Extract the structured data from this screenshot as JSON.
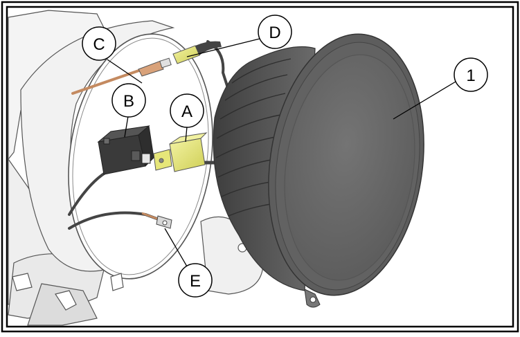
{
  "callouts": [
    {
      "id": "callout-c",
      "label": "C"
    },
    {
      "id": "callout-d",
      "label": "D"
    },
    {
      "id": "callout-b",
      "label": "B"
    },
    {
      "id": "callout-a",
      "label": "A"
    },
    {
      "id": "callout-1",
      "label": "1"
    },
    {
      "id": "callout-e",
      "label": "E"
    }
  ],
  "colors": {
    "frame": "#000000",
    "lamp_dark": "#5d5d5d",
    "lamp_face": "#686868",
    "connector_yellow": "#e6e679",
    "connector_black": "#3a3a3a",
    "wire_copper": "#c48a60",
    "housing_light": "#f4f4f4",
    "line_art": "#555555"
  }
}
